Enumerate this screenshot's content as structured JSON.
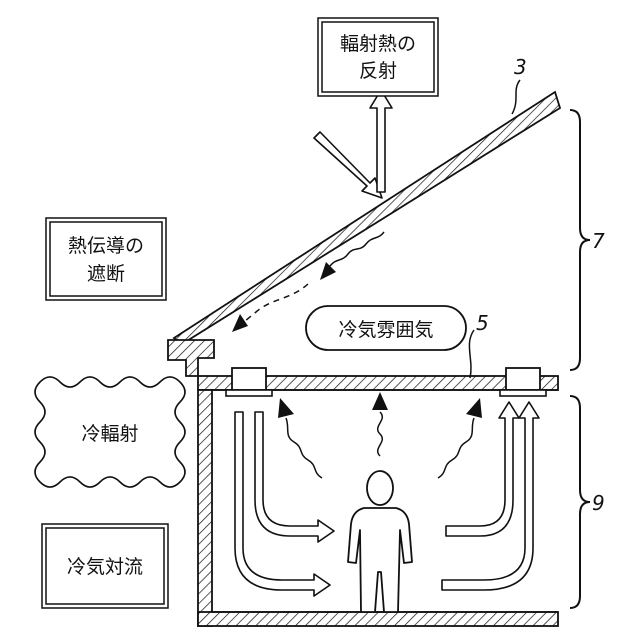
{
  "labels": {
    "radiant_reflection_line1": "輻射熱の",
    "radiant_reflection_line2": "反射",
    "heat_conduction_line1": "熱伝導の",
    "heat_conduction_line2": "遮断",
    "cold_atmosphere": "冷気雰囲気",
    "cold_radiation": "冷輻射",
    "cold_convection": "冷気対流"
  },
  "refs": {
    "roof": "3",
    "ceiling": "5",
    "upper_space": "7",
    "room": "9"
  }
}
